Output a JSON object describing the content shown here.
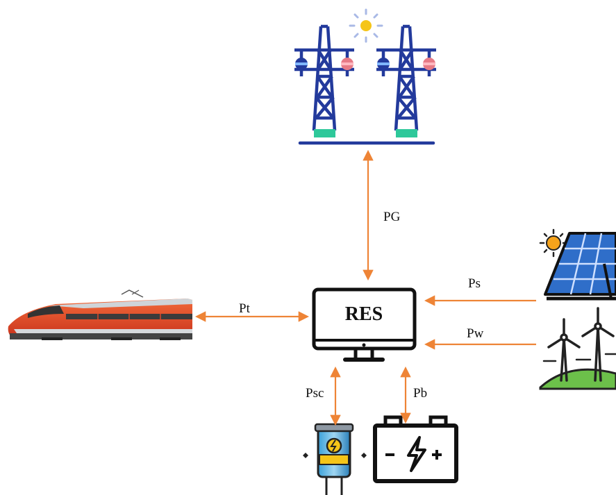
{
  "diagram": {
    "center_label": "RES",
    "flows": {
      "grid": "PG",
      "train": "Pt",
      "solar": "Ps",
      "wind": "Pw",
      "supercap": "Psc",
      "battery": "Pb"
    },
    "colors": {
      "arrow": "#ee8436",
      "tower": "#233a9c",
      "tower_base": "#2ec89a",
      "train": "#e8482a",
      "battery": "#111111"
    },
    "icons": [
      "power-grid-icon",
      "monitor-icon",
      "train-icon",
      "solar-panel-icon",
      "wind-turbine-icon",
      "supercapacitor-icon",
      "battery-icon"
    ]
  }
}
